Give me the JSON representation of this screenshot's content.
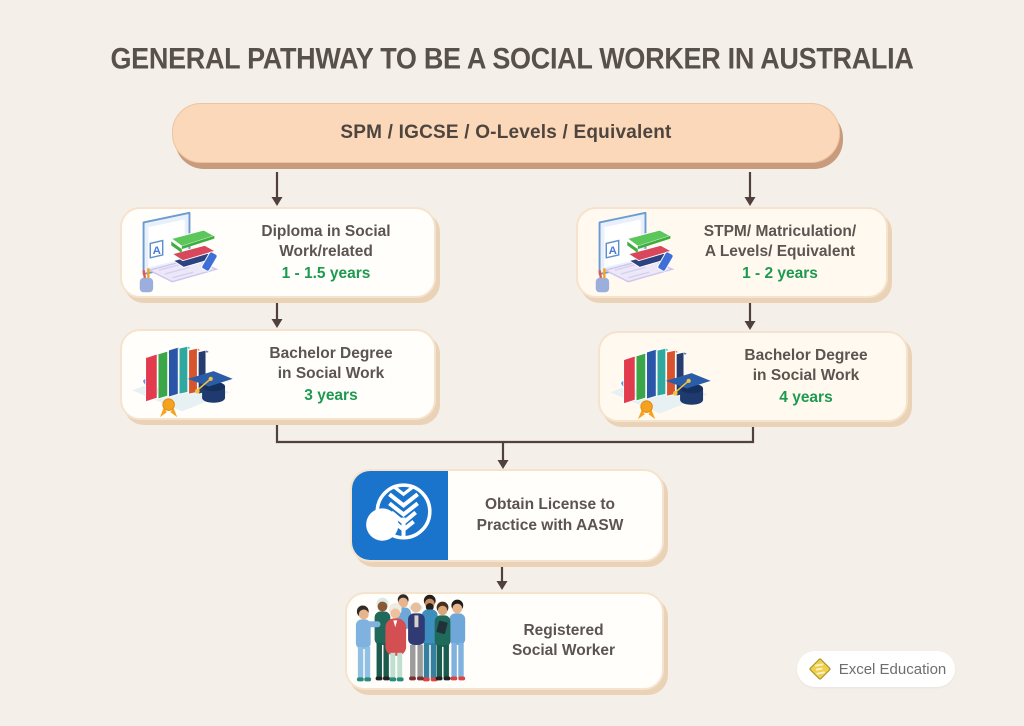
{
  "title": "GENERAL PATHWAY TO BE A SOCIAL WORKER IN AUSTRALIA",
  "flow": {
    "start": {
      "label": "SPM / IGCSE / O-Levels / Equivalent"
    },
    "diploma": {
      "label": "Diploma in Social\nWork/related",
      "duration": "1 - 1.5 years",
      "icon": "desk-study-icon"
    },
    "stpm": {
      "label": "STPM/ Matriculation/\nA Levels/ Equivalent",
      "duration": "1 - 2 years",
      "icon": "desk-study-icon"
    },
    "bachelor_left": {
      "label": "Bachelor Degree\nin Social Work",
      "duration": "3 years",
      "icon": "books-gradcap-icon"
    },
    "bachelor_right": {
      "label": "Bachelor Degree\nin Social Work",
      "duration": "4 years",
      "icon": "books-gradcap-icon"
    },
    "license": {
      "label": "Obtain License to\nPractice with AASW",
      "icon": "aasw-logo"
    },
    "registered": {
      "label": "Registered\nSocial Worker",
      "icon": "people-group-illustration"
    }
  },
  "branding": {
    "label": "Excel Education",
    "icon": "excel-education-diamond-logo"
  },
  "colors": {
    "background": "#F4EFE8",
    "title_text": "#57504B",
    "start_box_fill": "#FAD8B9",
    "start_box_shadow": "#C89B7C",
    "card_border": "#F6E3CD",
    "card_shadow": "#E9D2B5",
    "label_text": "#5C5450",
    "duration_text": "#1D9A4F",
    "arrow": "#50413C",
    "aasw_blue": "#1B74CB",
    "excel_yellow": "#F0D04A"
  }
}
